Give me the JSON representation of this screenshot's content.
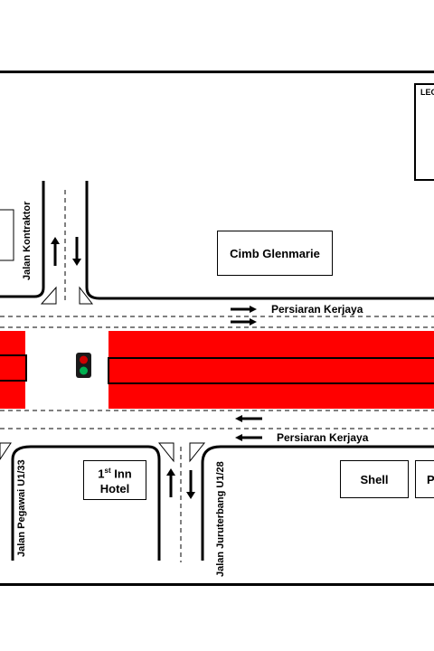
{
  "legend": {
    "title": "LEG"
  },
  "buildings": {
    "cimb": "Cimb Glenmarie",
    "inn_line1": "1",
    "inn_sup": "st",
    "inn_rest": " Inn",
    "inn_line2": "Hotel",
    "shell": "Shell",
    "right_box": "P"
  },
  "streets": {
    "persiaran_top": "Persiaran Kerjaya",
    "persiaran_bottom": "Persiaran Kerjaya",
    "kontraktor": "Jalan Kontraktor",
    "pegawai": "Jalan Pegawai U1/33",
    "juruterbang": "Jalan Juruterbang U1/28"
  },
  "colors": {
    "closure": "#ff0000",
    "road_line": "#000000",
    "signal_red": "#d00000",
    "signal_green": "#00b050"
  }
}
